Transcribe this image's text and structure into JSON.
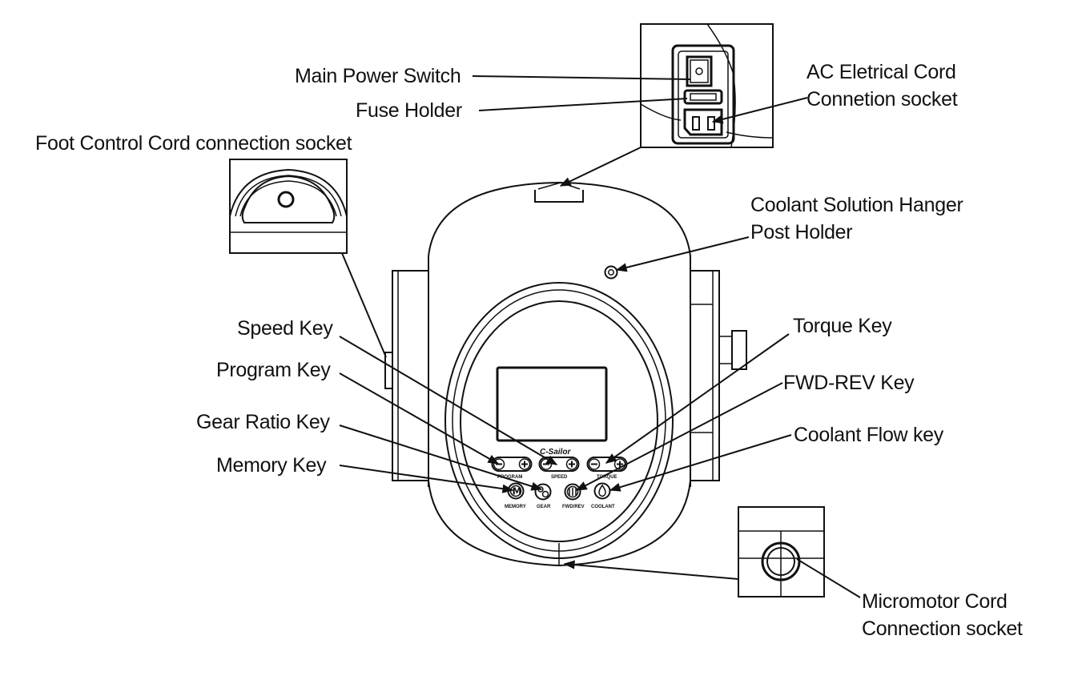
{
  "labels": {
    "main_power_switch": "Main Power Switch",
    "fuse_holder": "Fuse Holder",
    "ac_cord_line1": "AC Eletrical Cord",
    "ac_cord_line2": "Connetion socket",
    "foot_control": "Foot Control Cord connection socket",
    "coolant_hanger_line1": "Coolant Solution Hanger",
    "coolant_hanger_line2": "Post Holder",
    "speed_key": "Speed Key",
    "program_key": "Program Key",
    "gear_ratio_key": "Gear Ratio Key",
    "memory_key": "Memory Key",
    "torque_key": "Torque Key",
    "fwd_rev_key": "FWD-REV Key",
    "coolant_flow_key": "Coolant Flow key",
    "micromotor_line1": "Micromotor Cord",
    "micromotor_line2": "Connection socket"
  },
  "panel": {
    "brand": "C-Sailor",
    "program": "PROGRAM",
    "speed": "SPEED",
    "torque": "TORQUE",
    "memory": "MEMORY",
    "gear": "GEAR",
    "fwd_rev": "FWD/REV",
    "coolant": "COOLANT",
    "memory_glyph": "M"
  }
}
